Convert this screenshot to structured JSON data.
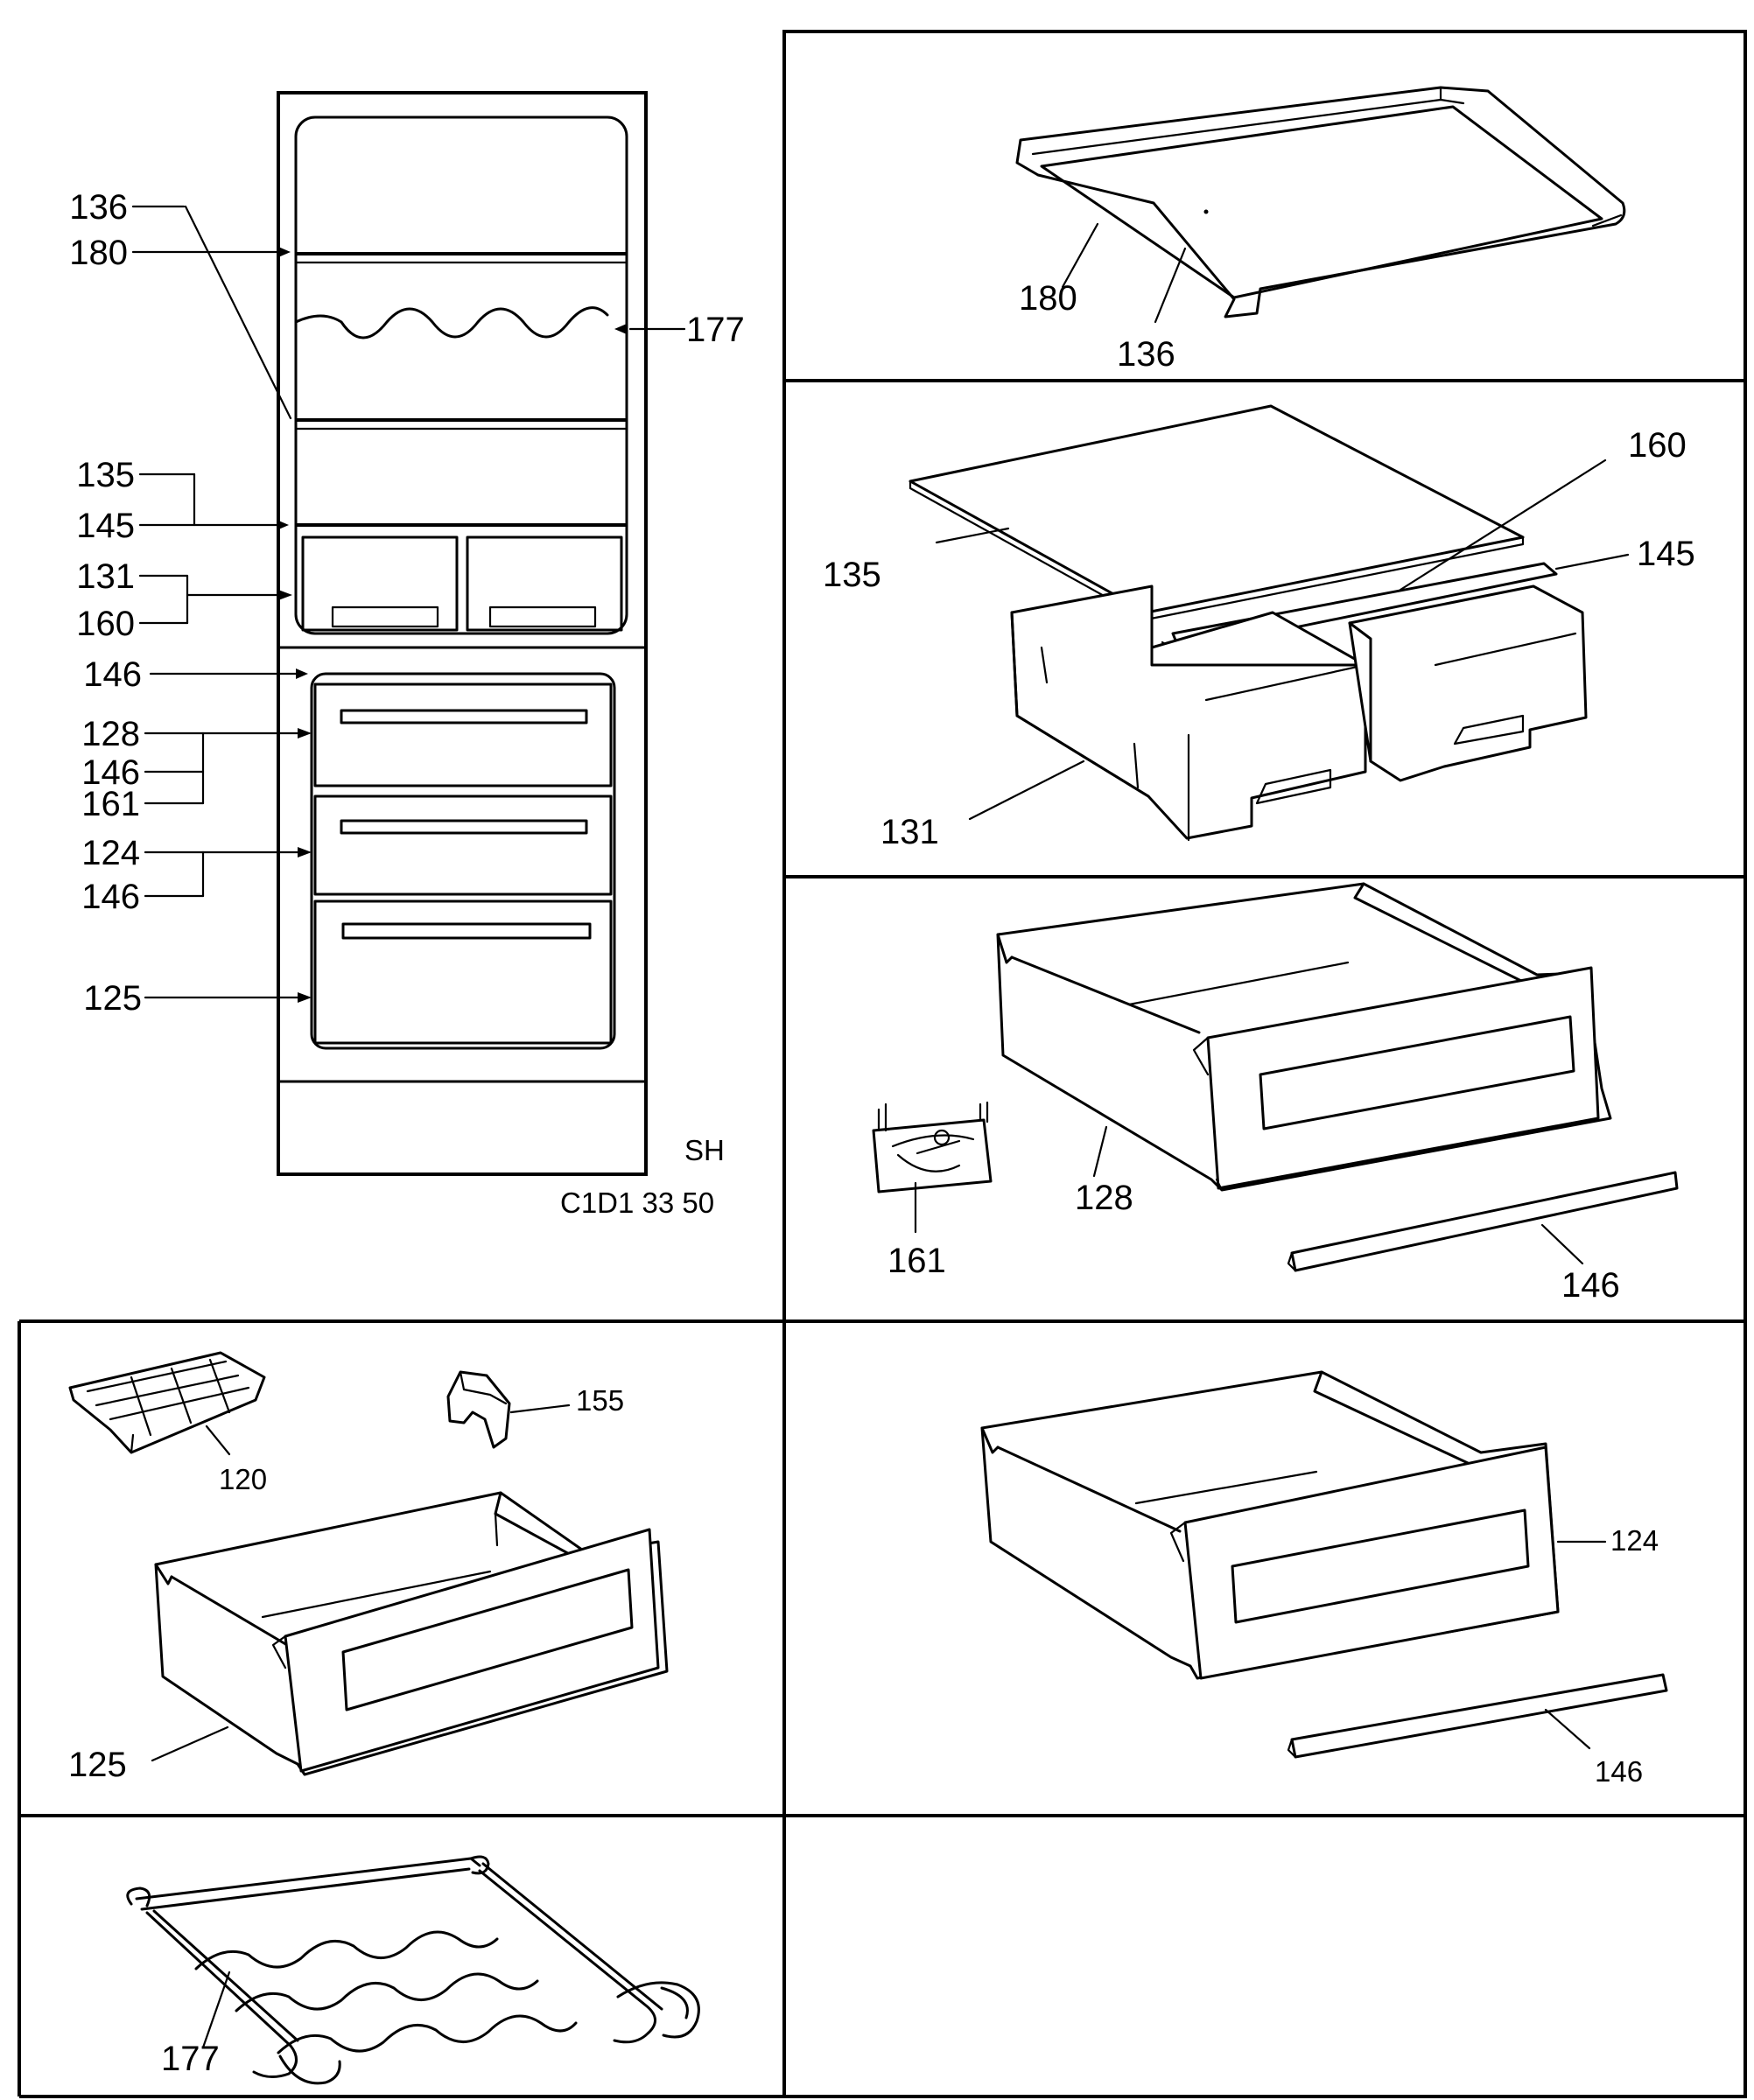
{
  "overview": {
    "labels": [
      "136",
      "180",
      "177",
      "135",
      "145",
      "131",
      "160",
      "146",
      "128",
      "146",
      "161",
      "124",
      "146",
      "125"
    ],
    "model_code": "SH",
    "model_number": "C1D1 33 50"
  },
  "panels": {
    "glass_shelf": {
      "labels": [
        "180",
        "136"
      ]
    },
    "crisper": {
      "labels": [
        "160",
        "135",
        "145",
        "131"
      ]
    },
    "drawer_128": {
      "labels": [
        "128",
        "161",
        "146"
      ]
    },
    "freezer_125": {
      "labels": [
        "155",
        "120",
        "125"
      ]
    },
    "drawer_124": {
      "labels": [
        "124",
        "146"
      ]
    },
    "wine_rack": {
      "labels": [
        "177"
      ]
    }
  }
}
